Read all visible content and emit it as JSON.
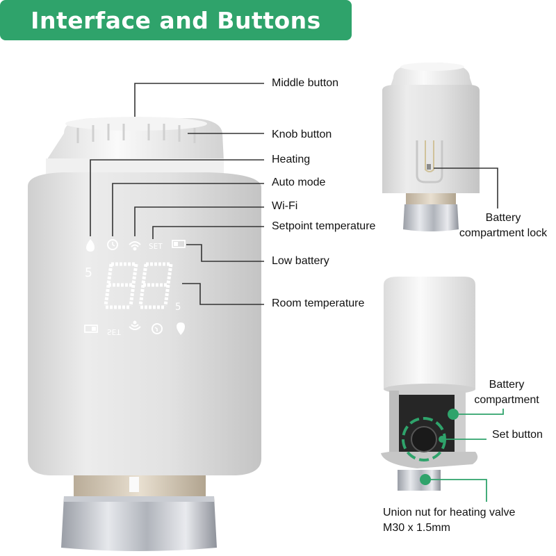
{
  "banner": {
    "title": "Interface and Buttons",
    "color": "#2fa36b"
  },
  "labels": {
    "middle_button": "Middle button",
    "knob_button": "Knob button",
    "heating": "Heating",
    "auto_mode": "Auto mode",
    "wifi": "Wi-Fi",
    "setpoint_temperature": "Setpoint temperature",
    "low_battery": "Low battery",
    "room_temperature": "Room temperature",
    "battery_compartment_lock": [
      "Battery",
      "compartment lock"
    ],
    "battery_compartment": [
      "Battery",
      "compartment"
    ],
    "set_button": "Set button",
    "union_nut": [
      "Union nut for heating valve",
      "M30 x 1.5mm"
    ]
  },
  "display": {
    "digits": "88",
    "set_text": "SET",
    "set_text_mirrored": "SET",
    "left_prefix": "5",
    "suffix": "5"
  },
  "icons": {
    "top_row": [
      "flame-icon",
      "clock-icon",
      "wifi-icon",
      "set-text",
      "battery-icon"
    ],
    "bottom_row": [
      "battery-icon",
      "set-text",
      "wifi-icon",
      "clock-icon",
      "flame-icon"
    ]
  },
  "colors": {
    "accent": "#2fa36b",
    "line": "#333333",
    "body": "#e4e4e4"
  }
}
